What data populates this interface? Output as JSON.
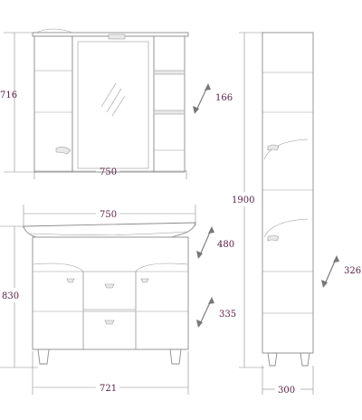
{
  "dimensions": {
    "mirror_height": "716",
    "mirror_width": "750",
    "mirror_depth": "166",
    "cabinet_height": "1900",
    "cabinet_depth": "326",
    "cabinet_width": "300",
    "vanity_top_width": "750",
    "vanity_depth": "480",
    "vanity_height": "830",
    "vanity_drawer_depth": "335",
    "vanity_base_width": "721"
  },
  "colors": {
    "label": "#5a2046",
    "line": "#8a8a8a"
  }
}
